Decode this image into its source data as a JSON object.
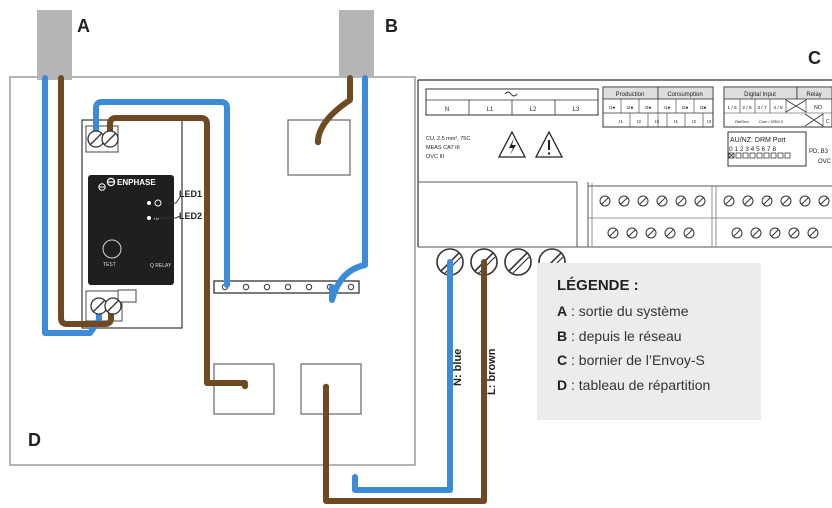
{
  "labels": {
    "a": "A",
    "b": "B",
    "c": "C",
    "d": "D",
    "led1": "LED1",
    "led2": "LED2",
    "n_wire": "N: blue",
    "l_wire": "L: brown"
  },
  "relay": {
    "brand": "ENPHASE",
    "test": "TEST",
    "model": "Q RELAY",
    "led_code": "Hz"
  },
  "envoy": {
    "phase_cols": [
      "N",
      "L1",
      "L2",
      "L3"
    ],
    "spec_lines": [
      "CU, 2.5 mm², 75C",
      "MEAS CAT III",
      "OVC III"
    ],
    "production": "Production",
    "consumption": "Consumption",
    "ct_top": [
      "I1●",
      "I2●",
      "I3●",
      "I1●",
      "I2●",
      "I3●"
    ],
    "ct_bot": [
      "I1",
      "I2",
      "I3",
      "I1",
      "I2",
      "I3"
    ],
    "digital_input": "Digital Input",
    "relay": "Relay",
    "di_row": [
      "1 / 5",
      "2 / 6",
      "3 / 7",
      "4 / 8"
    ],
    "no": "NO",
    "di_row2": [
      "RefGen",
      "Com / DRM 0"
    ],
    "c_cut": "C",
    "drm_title": "AU/NZ: DRM Port",
    "drm_nums": "0 1 2 3 4 5 6 7 8",
    "pd": "PD, B3",
    "ovc": "OVC"
  },
  "legend": {
    "title": "LÉGENDE :",
    "items": [
      {
        "key": "A",
        "text": ": sortie du système"
      },
      {
        "key": "B",
        "text": ": depuis le réseau"
      },
      {
        "key": "C",
        "text": ": bornier de l’Envoy-S"
      },
      {
        "key": "D",
        "text": ": tableau de répartition"
      }
    ]
  },
  "colors": {
    "blue_wire": "#3c8bd9",
    "brown_wire": "#6e4a22",
    "conduit": "#b5b5b5",
    "legend_bg": "#ececec"
  }
}
